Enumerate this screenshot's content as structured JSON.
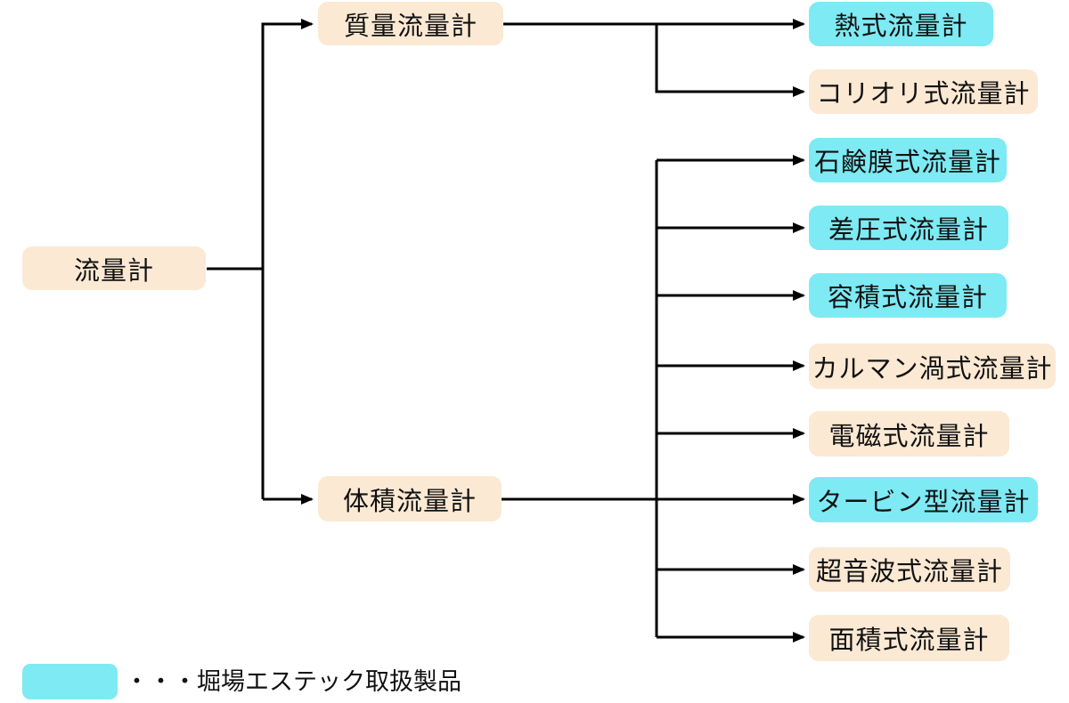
{
  "colors": {
    "highlight": "#7EEAF3",
    "default": "#FBE9D4",
    "line": "#000000",
    "text": "#111111"
  },
  "nodes": {
    "root": {
      "label": "流量計",
      "highlighted": false
    },
    "branches": [
      {
        "label": "質量流量計",
        "highlighted": false,
        "children": [
          {
            "label": "熱式流量計",
            "highlighted": true
          },
          {
            "label": "コリオリ式流量計",
            "highlighted": false
          }
        ]
      },
      {
        "label": "体積流量計",
        "highlighted": false,
        "children": [
          {
            "label": "石鹸膜式流量計",
            "highlighted": true
          },
          {
            "label": "差圧式流量計",
            "highlighted": true
          },
          {
            "label": "容積式流量計",
            "highlighted": true
          },
          {
            "label": "カルマン渦式流量計",
            "highlighted": false
          },
          {
            "label": "電磁式流量計",
            "highlighted": false
          },
          {
            "label": "タービン型流量計",
            "highlighted": true
          },
          {
            "label": "超音波式流量計",
            "highlighted": false
          },
          {
            "label": "面積式流量計",
            "highlighted": false
          }
        ]
      }
    ]
  },
  "legend": {
    "swatch_color": "#7EEAF3",
    "label": "・・・堀場エステック取扱製品"
  }
}
